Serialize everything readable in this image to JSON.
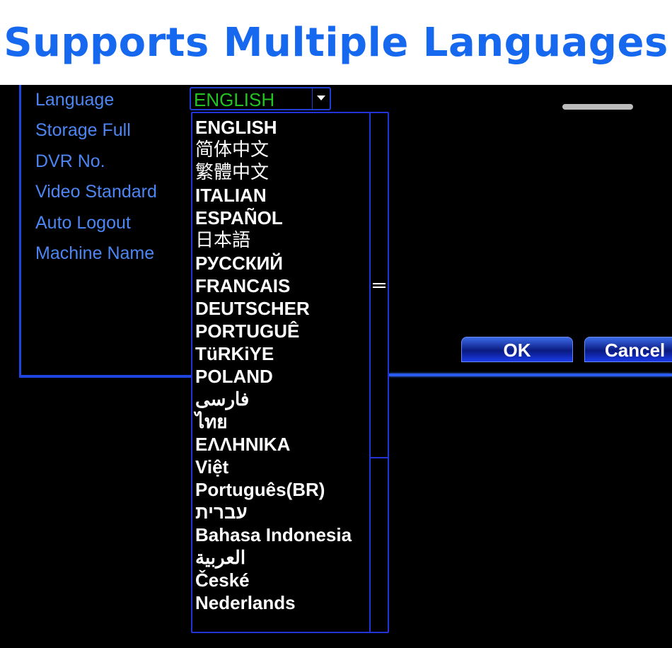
{
  "banner": {
    "title": "Supports Multiple Languages"
  },
  "settings": {
    "labels": [
      "Language",
      "Storage Full",
      "DVR No.",
      "Video Standard",
      "Auto Logout",
      "Machine Name"
    ],
    "language_selected": "ENGLISH"
  },
  "language_options": [
    "ENGLISH",
    "简体中文",
    "繁體中文",
    "ITALIAN",
    "ESPAÑOL",
    "日本語",
    "РУССКИЙ",
    "FRANCAIS",
    "DEUTSCHER",
    "PORTUGUÊ",
    "TüRKiYE",
    "POLAND",
    "فارسی",
    "ไทย",
    "ΕΛΛΗΝΙΚΑ",
    "Việt",
    "Português(BR)",
    "עברית",
    "Bahasa Indonesia",
    "العربية",
    "České",
    "Nederlands"
  ],
  "buttons": {
    "ok": "OK",
    "cancel": "Cancel"
  },
  "colors": {
    "title": "#1668ee",
    "label": "#4d86f2",
    "selected": "#22c322",
    "border": "#2233d8"
  }
}
